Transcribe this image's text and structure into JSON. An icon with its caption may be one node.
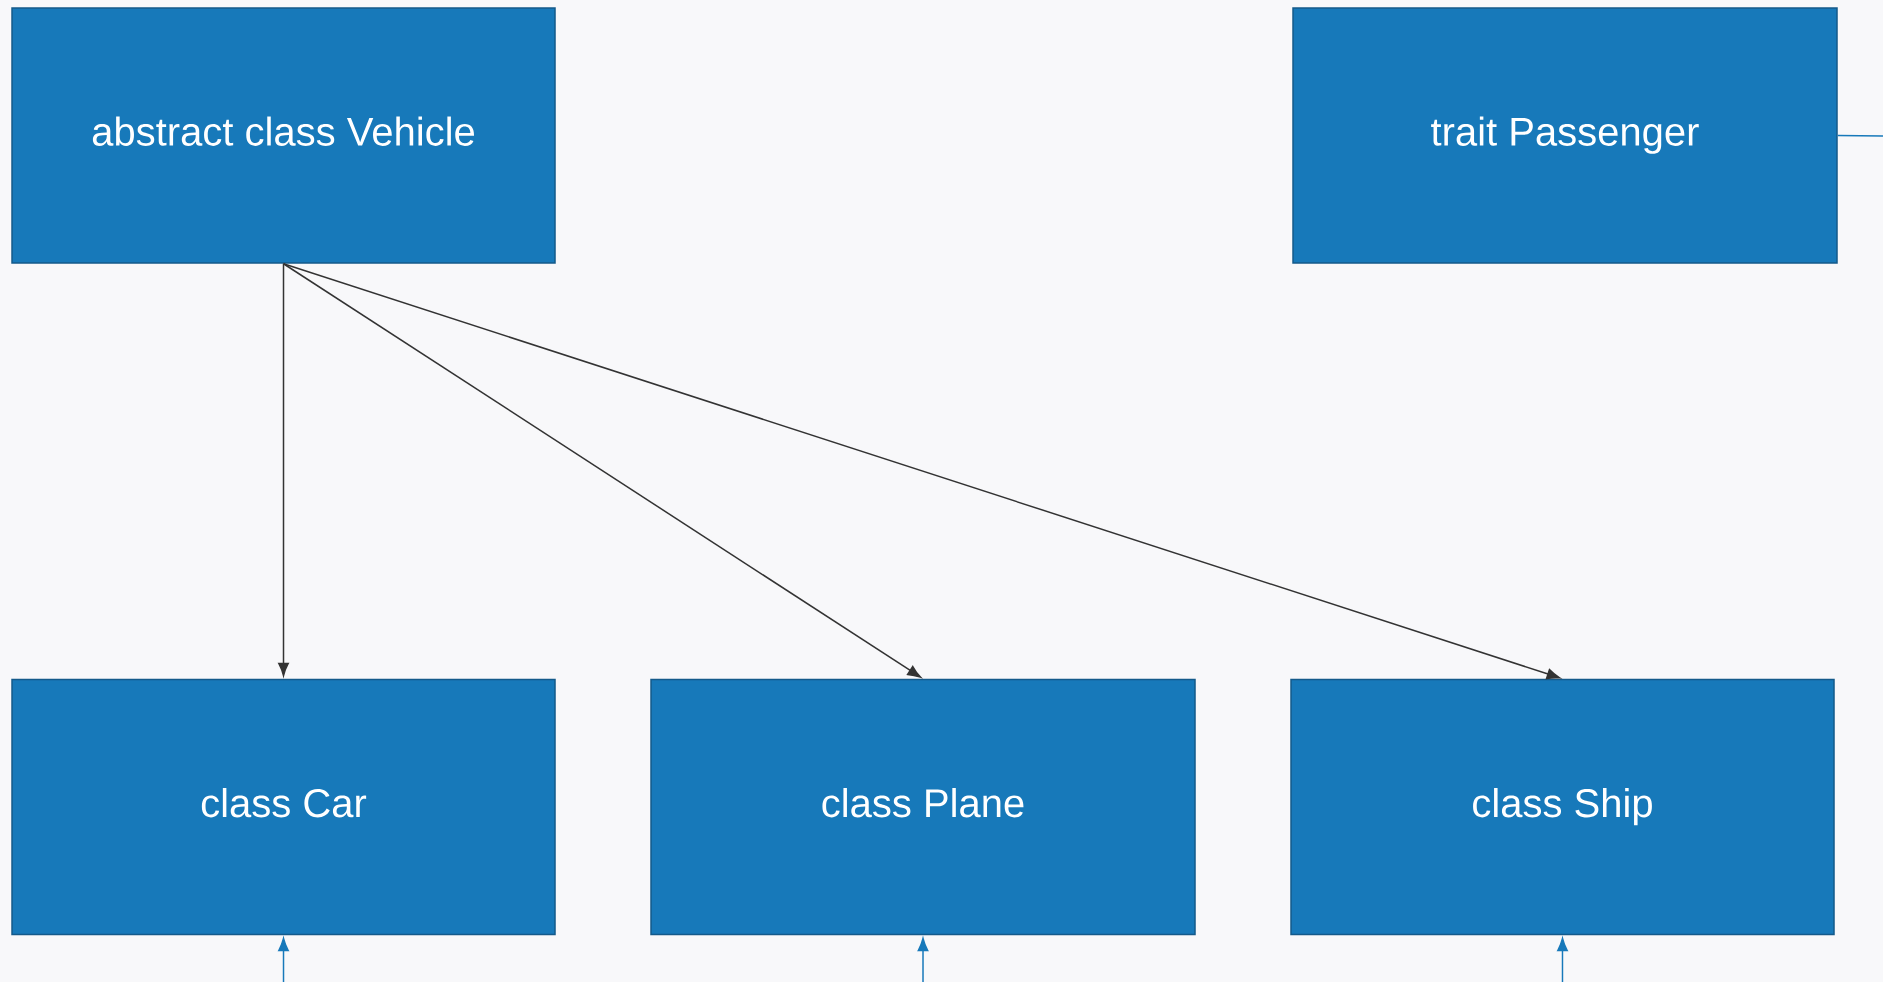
{
  "diagram": {
    "nodes": [
      {
        "text": [
          "abstract class Vehicle"
        ]
      },
      {
        "text": [
          "trait Passenger"
        ]
      },
      {
        "text": [
          "class Car"
        ]
      },
      {
        "text": [
          "class Plane"
        ]
      },
      {
        "text": [
          "class Ship"
        ]
      }
    ],
    "edges": [
      {
        "from": 0,
        "to": 2,
        "arrow": "to",
        "color": "#333333"
      },
      {
        "from": 0,
        "to": 3,
        "arrow": "to",
        "color": "#333333"
      },
      {
        "from": 0,
        "to": 4,
        "arrow": "to",
        "color": "#333333"
      },
      {
        "from": 1,
        "to": null,
        "arrow": "none",
        "color": "#1779ba"
      },
      {
        "from": null,
        "to": 2,
        "arrow": "to",
        "color": "#1779ba"
      },
      {
        "from": null,
        "to": 3,
        "arrow": "to",
        "color": "#1779ba"
      },
      {
        "from": null,
        "to": 4,
        "arrow": "to",
        "color": "#1779ba"
      }
    ]
  }
}
